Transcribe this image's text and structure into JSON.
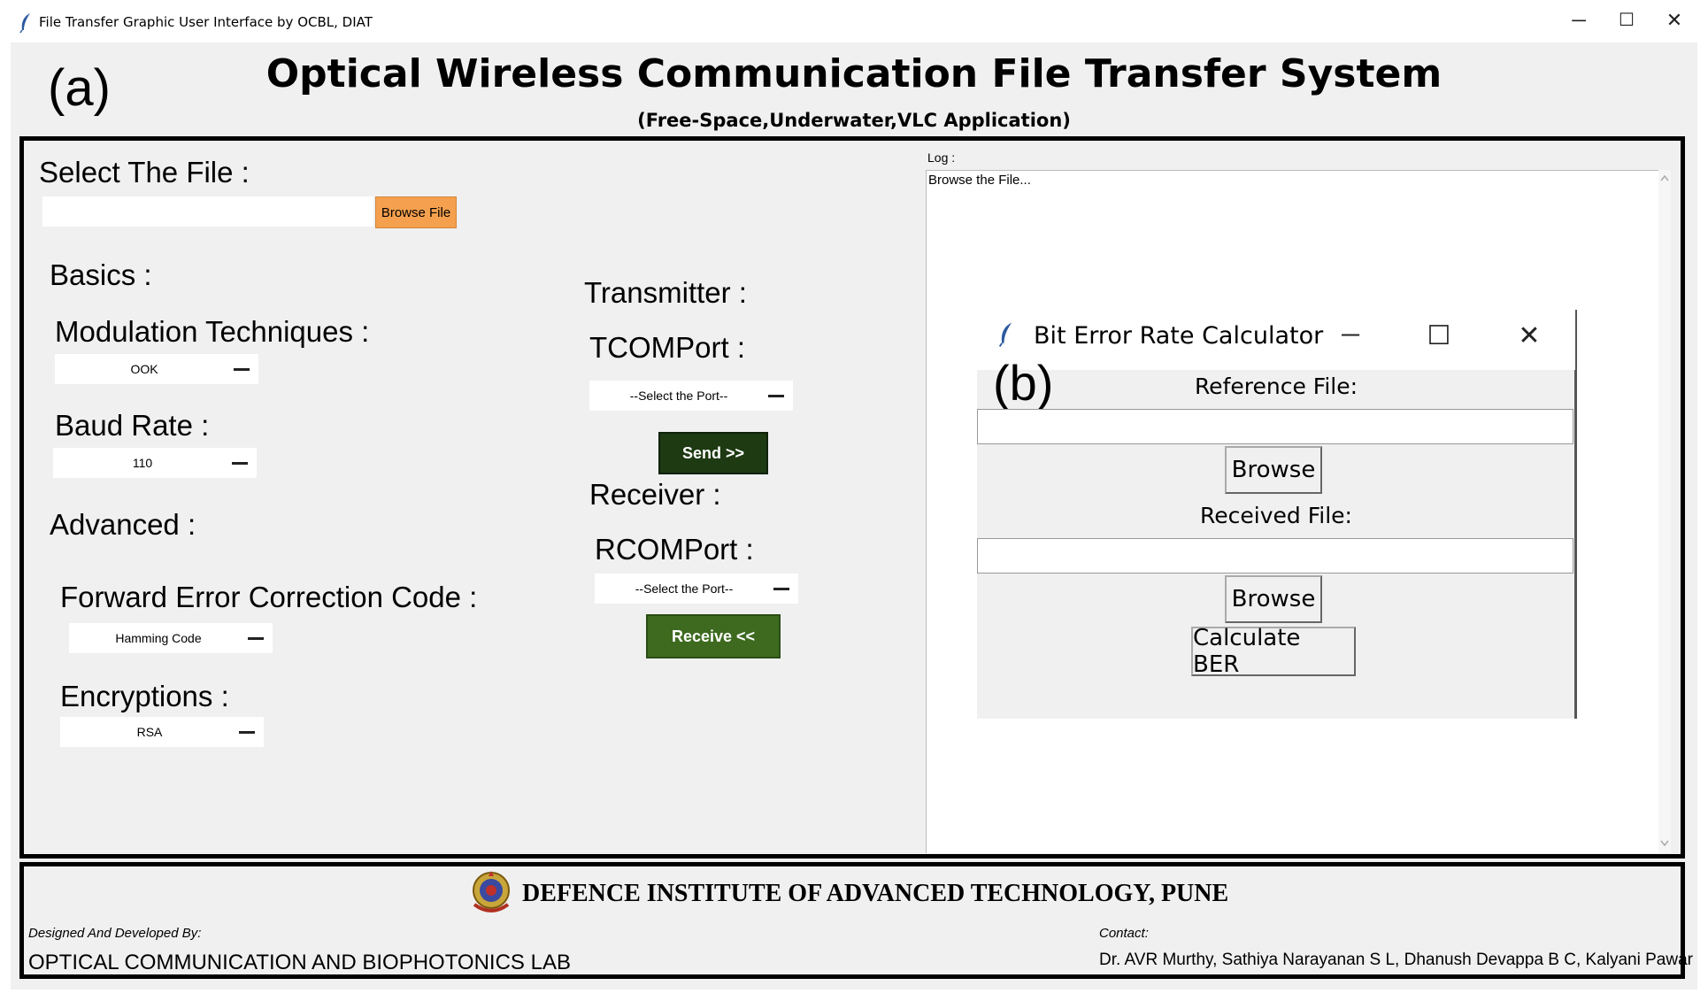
{
  "window": {
    "title": "File Transfer Graphic User Interface by OCBL, DIAT",
    "controls": {
      "minimize": "─",
      "maximize": "☐",
      "close": "✕"
    }
  },
  "figure_labels": {
    "a": "(a)",
    "b": "(b)"
  },
  "header": {
    "title": "Optical Wireless Communication File Transfer System",
    "subtitle": "(Free-Space,Underwater,VLC Application)"
  },
  "file_select": {
    "label": "Select The File :",
    "value": "",
    "browse_label": "Browse File"
  },
  "basics": {
    "label": "Basics :",
    "modulation_label": "Modulation Techniques :",
    "modulation_value": "OOK",
    "baud_label": "Baud Rate :",
    "baud_value": "110"
  },
  "advanced": {
    "label": "Advanced :",
    "fec_label": "Forward Error Correction Code :",
    "fec_value": "Hamming Code",
    "encryption_label": "Encryptions :",
    "encryption_value": "RSA"
  },
  "transmitter": {
    "label": "Transmitter :",
    "port_label": "TCOMPort :",
    "port_value": "--Select the Port--",
    "send_label": "Send >>"
  },
  "receiver": {
    "label": "Receiver :",
    "port_label": "RCOMPort :",
    "port_value": "--Select the Port--",
    "receive_label": "Receive  <<"
  },
  "log": {
    "label": "Log :",
    "text": "Browse the File..."
  },
  "ber_dialog": {
    "title": "Bit Error Rate Calculator",
    "reference_label": "Reference File:",
    "reference_value": "",
    "browse1_label": "Browse",
    "received_label": "Received File:",
    "received_value": "",
    "browse2_label": "Browse",
    "calculate_label": "Calculate BER",
    "controls": {
      "minimize": "─",
      "maximize": "☐",
      "close": "✕"
    }
  },
  "footer": {
    "institute": "DEFENCE INSTITUTE OF ADVANCED TECHNOLOGY, PUNE",
    "designed_label": "Designed And Developed By:",
    "lab_name": "OPTICAL COMMUNICATION AND BIOPHOTONICS LAB",
    "contact_label": "Contact:",
    "contact_names": "Dr. AVR Murthy, Sathiya Narayanan S L, Dhanush Devappa B C, Kalyani Pawar"
  }
}
